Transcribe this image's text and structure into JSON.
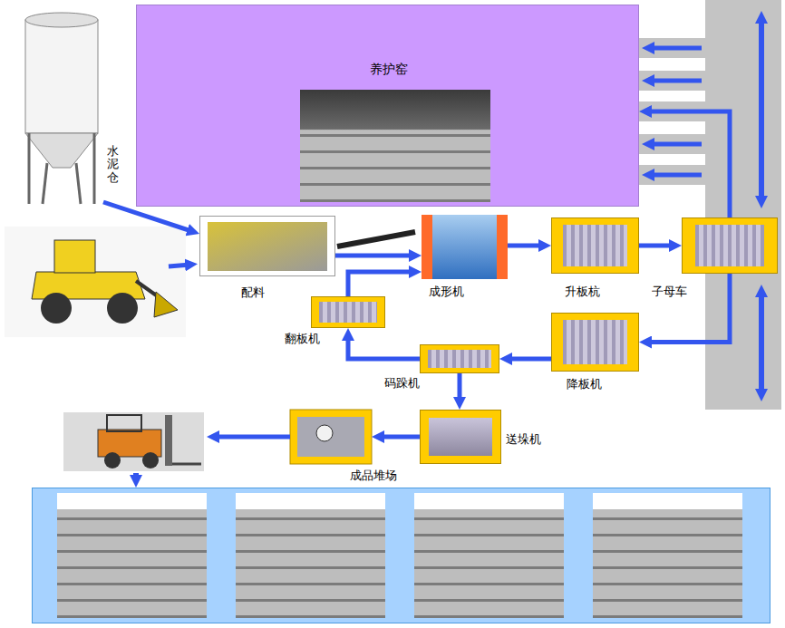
{
  "diagram": {
    "nodes": [
      {
        "text": [
          "养护窑"
        ]
      },
      {
        "text": [
          "水泥仓"
        ]
      },
      {
        "text": [
          "配料"
        ]
      },
      {
        "text": [
          "成形机"
        ]
      },
      {
        "text": [
          "升板杭"
        ]
      },
      {
        "text": [
          "子母车"
        ]
      },
      {
        "text": [
          "翻板机"
        ]
      },
      {
        "text": [
          "码跺机"
        ]
      },
      {
        "text": [
          "降板机"
        ]
      },
      {
        "text": [
          "送垛机"
        ]
      },
      {
        "text": [
          "成品堆场"
        ]
      }
    ],
    "edges": [
      {
        "from": 1,
        "to": 2,
        "arrow": "to"
      },
      {
        "from": 2,
        "to": 3,
        "arrow": "to"
      },
      {
        "from": 3,
        "to": 4,
        "arrow": "to"
      },
      {
        "from": 4,
        "to": 5,
        "arrow": "to"
      },
      {
        "from": 5,
        "to": 0,
        "arrow": "to"
      },
      {
        "from": 5,
        "to": 8,
        "arrow": "to"
      },
      {
        "from": 8,
        "to": 7,
        "arrow": "to"
      },
      {
        "from": 7,
        "to": 6,
        "arrow": "to"
      },
      {
        "from": 6,
        "to": 3,
        "arrow": "to"
      },
      {
        "from": 7,
        "to": 9,
        "arrow": "to"
      }
    ]
  }
}
